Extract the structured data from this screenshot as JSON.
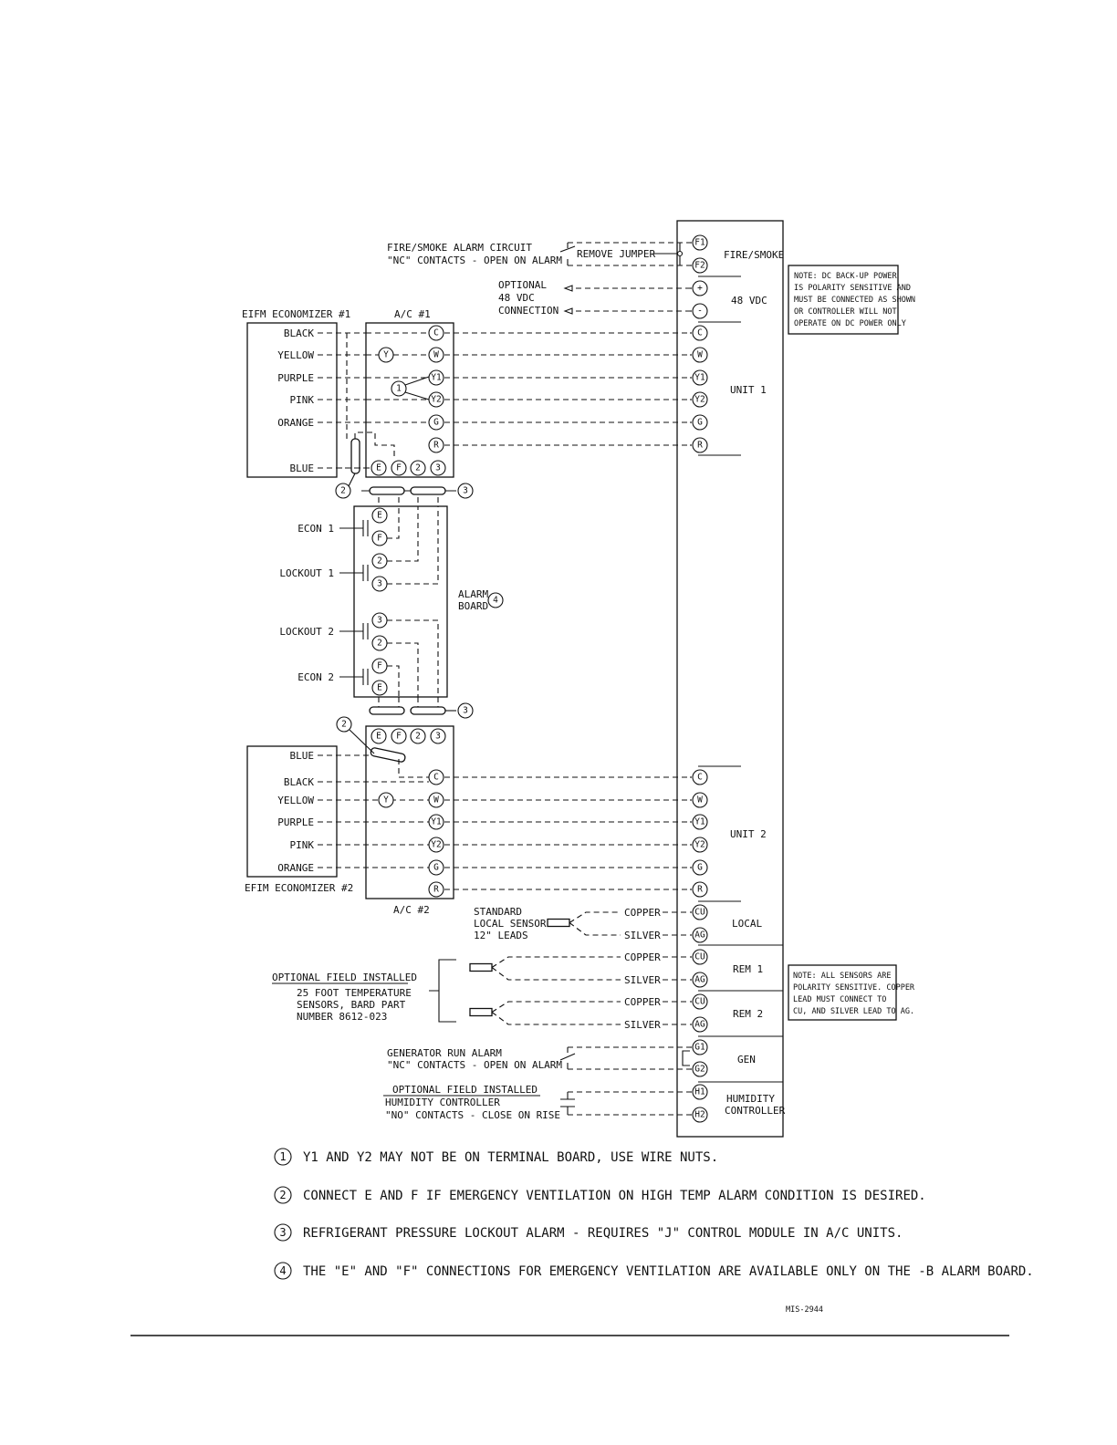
{
  "economizer1": {
    "title": "EIFM ECONOMIZER #1",
    "wires": [
      "BLACK",
      "YELLOW",
      "PURPLE",
      "PINK",
      "ORANGE",
      "BLUE"
    ]
  },
  "ac1": {
    "title": "A/C #1",
    "terminals": [
      "C",
      "W",
      "Y1",
      "Y2",
      "G",
      "R"
    ],
    "bottom_terminals": [
      "E",
      "F",
      "2",
      "3"
    ],
    "y_terminal": "Y"
  },
  "economizer2": {
    "title": "EFIM ECONOMIZER #2",
    "wires": [
      "BLUE",
      "BLACK",
      "YELLOW",
      "PURPLE",
      "PINK",
      "ORANGE"
    ]
  },
  "ac2": {
    "title": "A/C #2",
    "terminals": [
      "C",
      "W",
      "Y1",
      "Y2",
      "G",
      "R"
    ],
    "top_terminals": [
      "E",
      "F",
      "2",
      "3"
    ],
    "y_terminal": "Y"
  },
  "alarm_board": {
    "label_line1": "ALARM",
    "label_line2": "BOARD",
    "note_ref": "4",
    "groups": [
      {
        "label": "ECON 1",
        "terminals": [
          "E",
          "F"
        ]
      },
      {
        "label": "LOCKOUT 1",
        "terminals": [
          "2",
          "3"
        ]
      },
      {
        "label": "LOCKOUT 2",
        "terminals": [
          "3",
          "2"
        ]
      },
      {
        "label": "ECON 2",
        "terminals": [
          "F",
          "E"
        ]
      }
    ]
  },
  "callouts": {
    "one": "1",
    "two": "2",
    "three": "3"
  },
  "fire_smoke": {
    "line1": "FIRE/SMOKE ALARM CIRCUIT",
    "line2": "\"NC\" CONTACTS - OPEN ON ALARM",
    "jumper": "REMOVE JUMPER"
  },
  "optional_48vdc": {
    "line1": "OPTIONAL",
    "line2": "48 VDC",
    "line3": "CONNECTION"
  },
  "controller": {
    "terminals": [
      "F1",
      "F2",
      "+",
      "-",
      "C",
      "W",
      "Y1",
      "Y2",
      "G",
      "R",
      "C",
      "W",
      "Y1",
      "Y2",
      "G",
      "R",
      "CU",
      "AG",
      "CU",
      "AG",
      "CU",
      "AG",
      "G1",
      "G2",
      "H1",
      "H2"
    ],
    "sections": {
      "fire_smoke": "FIRE/SMOKE",
      "vdc": "48 VDC",
      "unit1": "UNIT 1",
      "unit2": "UNIT 2",
      "local": "LOCAL",
      "rem1": "REM 1",
      "rem2": "REM 2",
      "gen": "GEN",
      "humidity1": "HUMIDITY",
      "humidity2": "CONTROLLER"
    }
  },
  "note_power": {
    "lines": [
      "NOTE:  DC BACK-UP POWER",
      "IS POLARITY SENSITIVE AND",
      "MUST BE CONNECTED AS SHOWN",
      "OR CONTROLLER WILL NOT",
      "OPERATE ON DC POWER ONLY"
    ]
  },
  "note_sensors": {
    "lines": [
      "NOTE:  ALL SENSORS ARE",
      "POLARITY SENSITIVE. COPPER",
      "LEAD MUST CONNECT TO",
      "CU, AND SILVER LEAD TO AG."
    ]
  },
  "standard_sensor": {
    "line1": "STANDARD",
    "line2": "LOCAL SENSOR",
    "line3": "12\" LEADS"
  },
  "optional_sensors": {
    "line1": "OPTIONAL FIELD INSTALLED",
    "line2": "25 FOOT TEMPERATURE",
    "line3": "SENSORS, BARD PART",
    "line4": "NUMBER 8612-023"
  },
  "leads": {
    "copper": "COPPER",
    "silver": "SILVER"
  },
  "generator": {
    "line1": "GENERATOR RUN ALARM",
    "line2": "\"NC\" CONTACTS - OPEN ON ALARM"
  },
  "humidity": {
    "line1": "OPTIONAL FIELD INSTALLED",
    "line2": "HUMIDITY CONTROLLER",
    "line3": "\"NO\" CONTACTS - CLOSE ON RISE"
  },
  "footnotes": [
    {
      "num": "1",
      "text": "Y1 AND Y2 MAY NOT BE ON TERMINAL BOARD, USE WIRE NUTS."
    },
    {
      "num": "2",
      "text": "CONNECT E AND F IF EMERGENCY VENTILATION ON HIGH TEMP ALARM CONDITION IS DESIRED."
    },
    {
      "num": "3",
      "text": "REFRIGERANT PRESSURE LOCKOUT ALARM - REQUIRES \"J\" CONTROL MODULE IN A/C UNITS."
    },
    {
      "num": "4",
      "text": "THE \"E\" AND \"F\" CONNECTIONS FOR EMERGENCY VENTILATION ARE AVAILABLE ONLY ON THE -B ALARM BOARD."
    }
  ],
  "drawing_number": "MIS-2944"
}
